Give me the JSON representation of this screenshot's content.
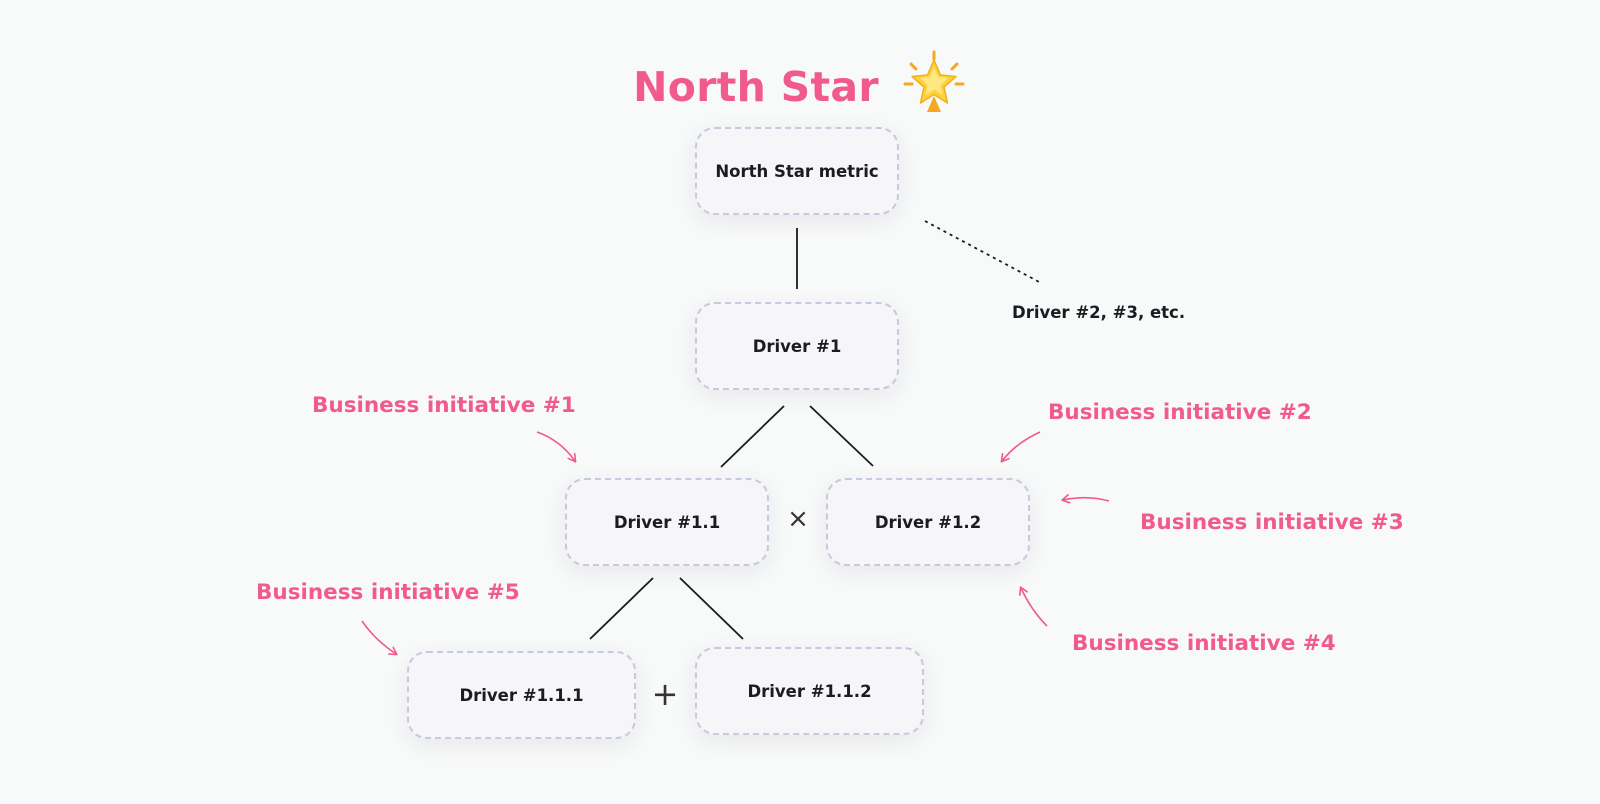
{
  "title": {
    "text": "North Star",
    "icon": "glowing-star-icon"
  },
  "nodes": {
    "north_star_metric": "North Star metric",
    "driver_1": "Driver #1",
    "driver_1_1": "Driver #1.1",
    "driver_1_2": "Driver #1.2",
    "driver_1_1_1": "Driver #1.1.1",
    "driver_1_1_2": "Driver #1.1.2",
    "other_drivers": "Driver #2, #3, etc."
  },
  "operators": {
    "multiply": "×",
    "plus": "+"
  },
  "initiatives": {
    "bi_1": "Business initiative #1",
    "bi_2": "Business initiative #2",
    "bi_3": "Business initiative #3",
    "bi_4": "Business initiative #4",
    "bi_5": "Business initiative #5"
  },
  "colors": {
    "accent": "#f05a8c",
    "background": "#f8f9f9",
    "node_border": "#c9c8dc",
    "node_fill": "#f6f6f8",
    "star_yellow": "#ffd23a",
    "star_orange": "#f5a623"
  }
}
